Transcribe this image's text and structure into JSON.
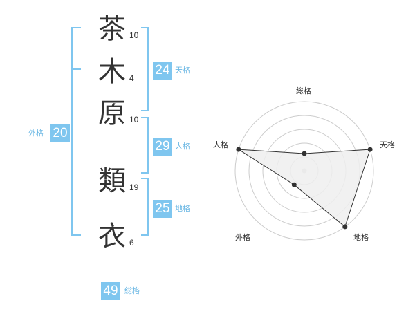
{
  "name": {
    "chars": [
      {
        "char": "茶",
        "strokes": "10"
      },
      {
        "char": "木",
        "strokes": "4"
      },
      {
        "char": "原",
        "strokes": "10"
      },
      {
        "char": "類",
        "strokes": "19"
      },
      {
        "char": "衣",
        "strokes": "6"
      }
    ]
  },
  "fortunes": {
    "tenkaku": {
      "value": "24",
      "label": "天格"
    },
    "jinkaku": {
      "value": "29",
      "label": "人格"
    },
    "chikaku": {
      "value": "25",
      "label": "地格"
    },
    "gaikaku": {
      "value": "20",
      "label": "外格"
    },
    "soukaku": {
      "value": "49",
      "label": "総格"
    }
  },
  "chart_data": {
    "type": "radar",
    "axes": [
      "総格",
      "天格",
      "地格",
      "外格",
      "人格"
    ],
    "values": [
      1,
      4,
      4,
      1,
      4
    ],
    "max": 4,
    "colors": {
      "line": "#333333",
      "fill": "#eeeeee",
      "grid": "#cccccc",
      "point": "#333333"
    }
  }
}
